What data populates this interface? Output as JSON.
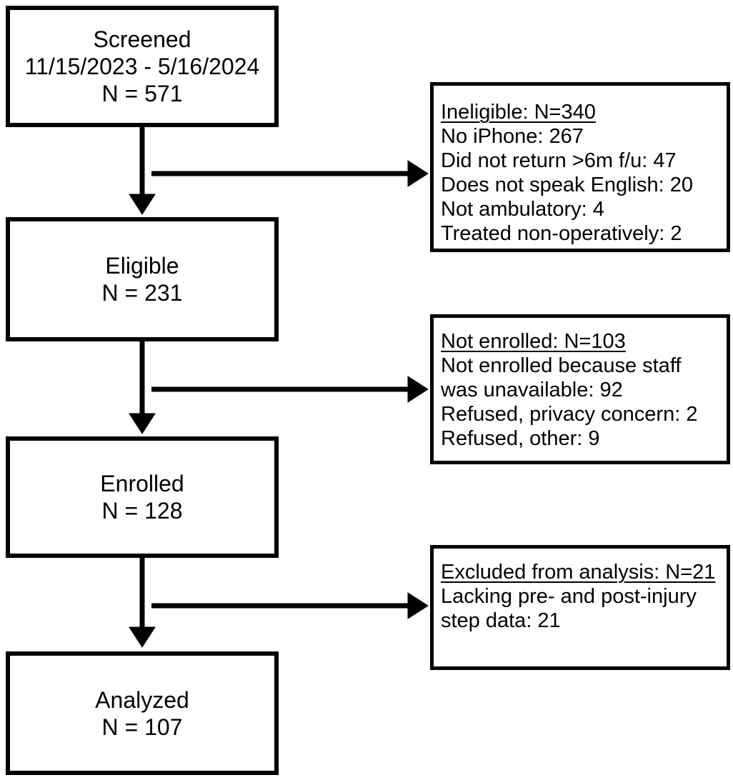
{
  "flowchart": {
    "main_boxes": [
      {
        "title": "Screened",
        "subtitle": "11/15/2023 - 5/16/2024",
        "n": "N = 571"
      },
      {
        "title": "Eligible",
        "n": "N = 231"
      },
      {
        "title": "Enrolled",
        "n": "N = 128"
      },
      {
        "title": "Analyzed",
        "n": "N = 107"
      }
    ],
    "side_boxes": [
      {
        "title": "Ineligible: N=340",
        "items": [
          "No iPhone: 267",
          "Did not return >6m f/u: 47",
          "Does not speak English: 20",
          "Not ambulatory: 4",
          "Treated non-operatively: 2"
        ]
      },
      {
        "title": "Not enrolled: N=103",
        "items": [
          "Not enrolled because staff was unavailable: 92",
          "Refused, privacy concern: 2",
          "Refused, other: 9"
        ]
      },
      {
        "title": "Excluded from analysis: N=21",
        "items": [
          "Lacking pre- and post-injury step data: 21"
        ]
      }
    ],
    "colors": {
      "ink": "#000000",
      "background": "#ffffff"
    }
  }
}
